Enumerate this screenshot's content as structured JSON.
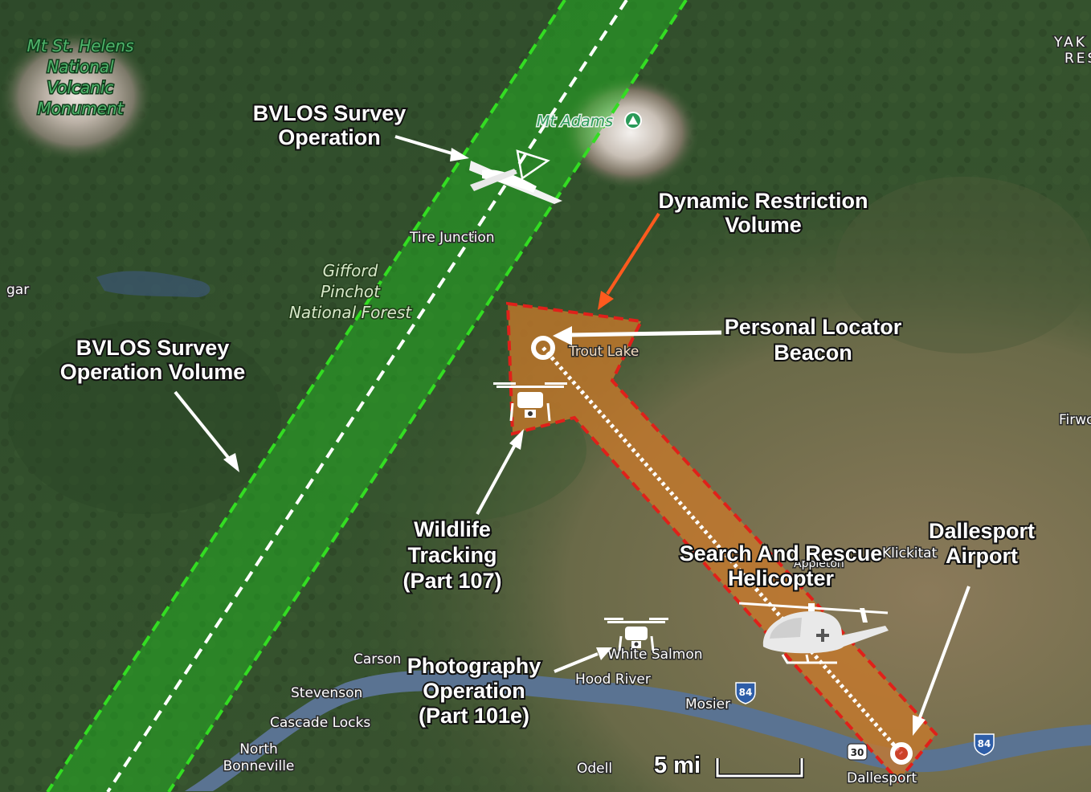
{
  "map": {
    "places": {
      "mt_st_helens": [
        "Mt St. Helens",
        "National",
        "Volcanic",
        "Monument"
      ],
      "mt_adams": "Mt Adams",
      "tire_junction": "Tire Junction",
      "gifford": [
        "Gifford",
        "Pinchot",
        "National Forest"
      ],
      "trout_lake": "Trout Lake",
      "carson": "Carson",
      "stevenson": "Stevenson",
      "cascade_locks": "Cascade Locks",
      "north_bonneville": [
        "North",
        "Bonneville"
      ],
      "white_salmon": "White Salmon",
      "hood_river": "Hood River",
      "mosier": "Mosier",
      "odell": "Odell",
      "dallesport": "Dallesport",
      "klickitat": "Klickitat",
      "appleton": "Appleton",
      "firwood": "Firwo",
      "yakima": [
        "YAK",
        "RES"
      ],
      "cougar": "gar"
    },
    "highway_shields": {
      "i84_left": "84",
      "i84_right": "84",
      "us30": "30"
    }
  },
  "callouts": {
    "bvlos_operation": [
      "BVLOS Survey",
      "Operation"
    ],
    "bvlos_volume": [
      "BVLOS Survey",
      "Operation Volume"
    ],
    "dynamic_restriction": [
      "Dynamic Restriction",
      "Volume"
    ],
    "plb": [
      "Personal Locator",
      "Beacon"
    ],
    "wildlife": [
      "Wildlife",
      "Tracking",
      "(Part 107)"
    ],
    "sar": [
      "Search And Rescue",
      "Helicopter"
    ],
    "dallesport_airport": [
      "Dallesport",
      "Airport"
    ],
    "photography": [
      "Photography",
      "Operation",
      "(Part 101e)"
    ]
  },
  "scale_bar": {
    "label": "5 mi"
  },
  "colors": {
    "corridor_fill": "#22c022",
    "corridor_edge": "#33dd22",
    "centerline": "#ffffff",
    "restriction_fill": "#c8782a",
    "restriction_edge": "#e0201a",
    "dynamic_arrow": "#ff5a1e",
    "river": "#5a7392"
  },
  "icons": {
    "fixed_wing": "fixed-wing-drone-icon",
    "quadcopter": "quadcopter-drone-icon",
    "helicopter": "helicopter-icon",
    "beacon": "beacon-ring-icon",
    "airport": "airport-ring-icon",
    "mountain": "mountain-pin-icon"
  }
}
